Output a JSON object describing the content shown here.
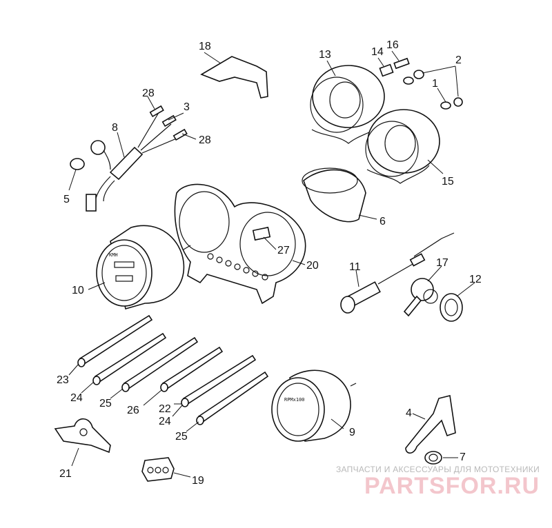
{
  "diagram": {
    "callouts": [
      "1",
      "2",
      "3",
      "4",
      "5",
      "6",
      "7",
      "8",
      "9",
      "10",
      "11",
      "12",
      "13",
      "14",
      "15",
      "16",
      "17",
      "18",
      "19",
      "20",
      "21",
      "22",
      "23",
      "24",
      "24",
      "25",
      "25",
      "26",
      "27",
      "28",
      "28"
    ]
  },
  "watermark": {
    "line1": "ЗАПЧАСТИ И АКСЕССУАРЫ ДЛЯ МОТОТЕХНИКИ",
    "line2": "PARTSFOR.RU"
  },
  "colors": {
    "line": "#111111",
    "watermark_gray": "#b9b9b9",
    "watermark_pink": "#f3c6cc"
  }
}
